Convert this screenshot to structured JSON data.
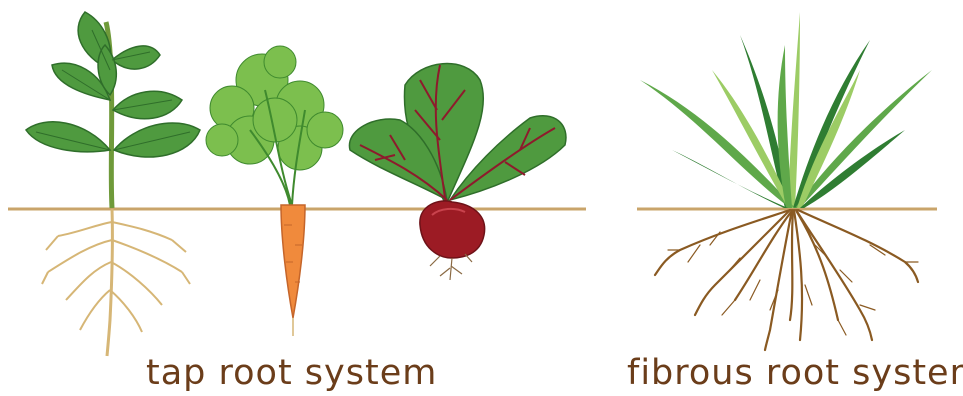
{
  "captions": {
    "tap": "tap root system",
    "fibrous": "fibrous root system"
  },
  "colors": {
    "soil_line": "#c9a46a",
    "caption": "#6b3d1a",
    "root_tap": "#d6b676",
    "root_fibrous": "#8a5a22",
    "leaf_dark": "#2f7d32",
    "leaf_mid": "#5fa84a",
    "leaf_light": "#9ccc65",
    "carrot": "#f08a3c",
    "beet": "#9c1b24",
    "beet_vein": "#8e1a2c"
  },
  "plants": {
    "tap": [
      "spinach",
      "carrot",
      "beet"
    ],
    "fibrous": [
      "grass"
    ]
  },
  "icons": [
    "spinach-icon",
    "carrot-icon",
    "beet-icon",
    "grass-icon"
  ]
}
